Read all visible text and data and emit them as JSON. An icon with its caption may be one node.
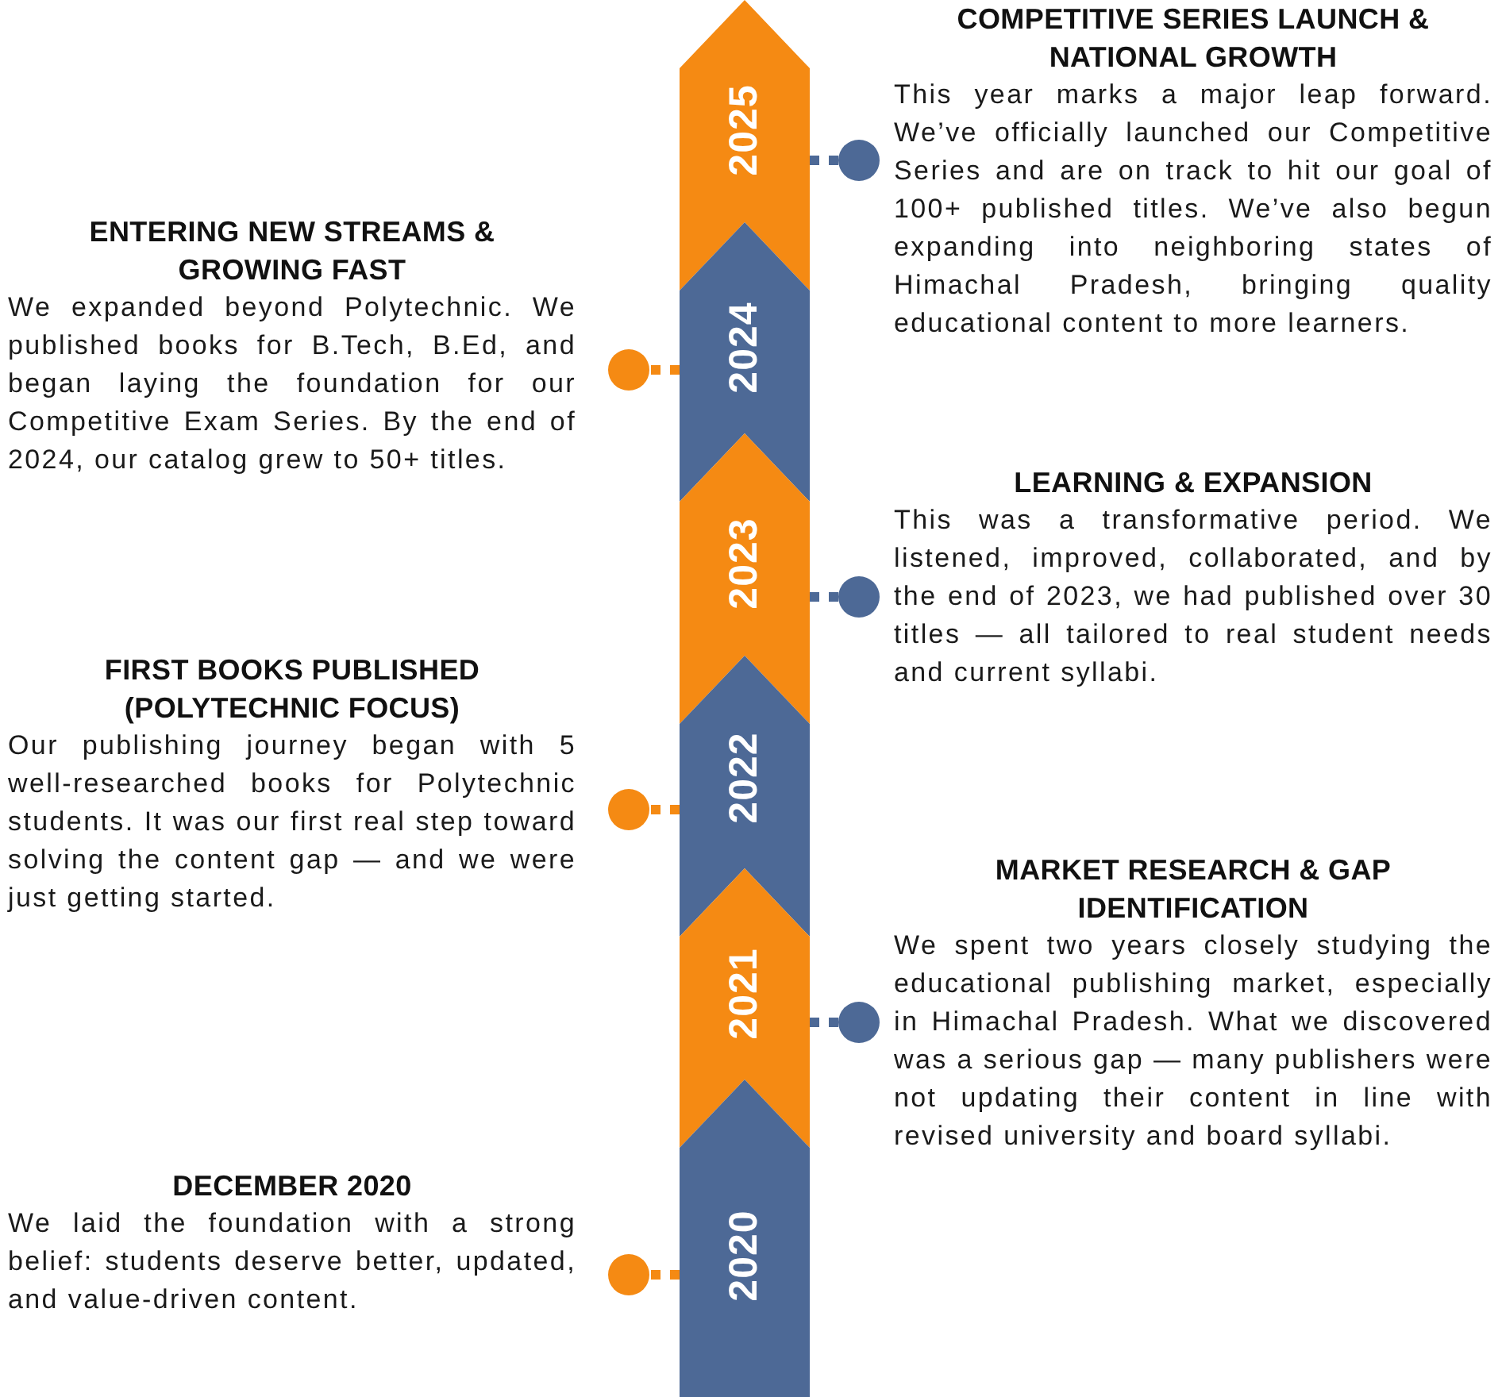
{
  "diagram": {
    "nodes": [
      {
        "text": [
          "2025"
        ]
      },
      {
        "text": [
          "COMPETITIVE SERIES LAUNCH & NATIONAL GROWTH",
          "This year marks a major leap forward. We’ve officially launched our Competitive Series and are on track to hit our goal of 100+ published titles. We’ve also begun expanding into neighboring states of Himachal Pradesh, bringing quality educational content to more learners."
        ]
      },
      {
        "text": [
          "2024"
        ]
      },
      {
        "text": [
          "ENTERING NEW STREAMS & GROWING FAST",
          "We expanded beyond Polytechnic. We published books for B.Tech, B.Ed, and began laying the foundation for our Competitive Exam Series. By the end of 2024, our catalog grew to 50+ titles."
        ]
      },
      {
        "text": [
          "2023"
        ]
      },
      {
        "text": [
          "LEARNING & EXPANSION",
          "This was a transformative period. We listened, improved, collaborated, and by the end of 2023, we had published over 30 titles — all tailored to real student needs and current syllabi."
        ]
      },
      {
        "text": [
          "2022"
        ]
      },
      {
        "text": [
          "FIRST BOOKS PUBLISHED (POLYTECHNIC FOCUS)",
          "Our publishing journey began with 5 well-researched books for Polytechnic students. It was our first real step toward solving the content gap — and we were just getting started."
        ]
      },
      {
        "text": [
          "2021"
        ]
      },
      {
        "text": [
          "MARKET RESEARCH & GAP IDENTIFICATION",
          "We spent two years closely studying the educational publishing market, especially in Himachal Pradesh. What we discovered was a serious gap — many publishers were not updating their content in line with revised university and board syllabi."
        ]
      },
      {
        "text": [
          "2020"
        ]
      },
      {
        "text": [
          "DECEMBER 2020",
          "We laid the foundation with a strong belief: students deserve better, updated, and value-driven content."
        ]
      }
    ],
    "edges": [
      {
        "from": 0,
        "to": 1,
        "arrow": "other",
        "style": "dashed",
        "color": "#4d6996"
      },
      {
        "from": 2,
        "to": 3,
        "arrow": "other",
        "style": "dashed",
        "color": "#f58a13"
      },
      {
        "from": 4,
        "to": 5,
        "arrow": "other",
        "style": "dashed",
        "color": "#4d6996"
      },
      {
        "from": 6,
        "to": 7,
        "arrow": "other",
        "style": "dashed",
        "color": "#f58a13"
      },
      {
        "from": 8,
        "to": 9,
        "arrow": "other",
        "style": "dashed",
        "color": "#4d6996"
      },
      {
        "from": 10,
        "to": 11,
        "arrow": "other",
        "style": "dashed",
        "color": "#f58a13"
      }
    ]
  }
}
